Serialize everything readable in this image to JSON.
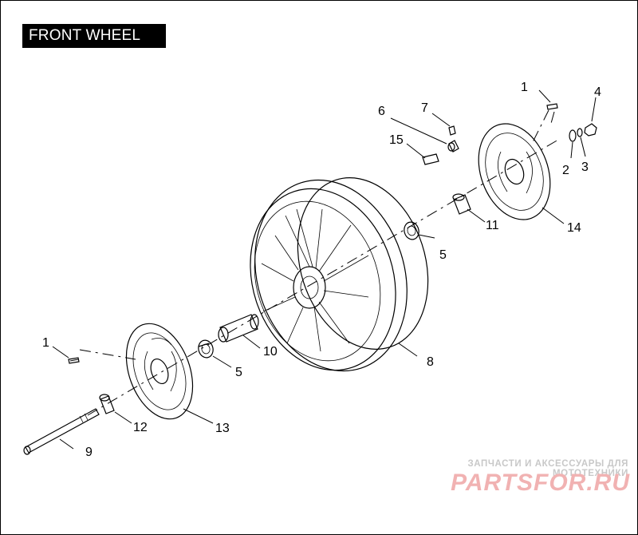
{
  "title": "FRONT WHEEL",
  "callouts": {
    "c1_top": "1",
    "c2": "2",
    "c3": "3",
    "c4": "4",
    "c5_top": "5",
    "c6": "6",
    "c7": "7",
    "c8": "8",
    "c9": "9",
    "c10": "10",
    "c11": "11",
    "c12": "12",
    "c13": "13",
    "c14": "14",
    "c15": "15",
    "c1_left": "1",
    "c5_bottom": "5"
  },
  "watermark": {
    "tagline": "ЗАПЧАСТИ И АКСЕССУАРЫ ДЛЯ МОТОТЕХНИКИ",
    "logo": "PARTSFOR.RU"
  }
}
